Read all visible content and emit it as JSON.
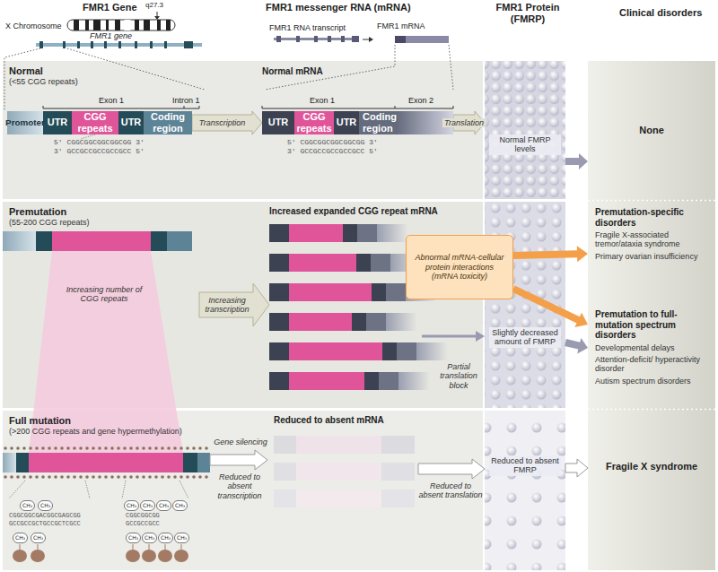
{
  "diagram": {
    "nodes": [
      {
        "text": [
          "Normal",
          "(<55 CGG repeats)"
        ]
      },
      {
        "text": [
          "Promoter"
        ],
        "in": 0
      },
      {
        "text": [
          "UTR"
        ],
        "in": 0
      },
      {
        "text": [
          "CGG repeats"
        ],
        "in": 0
      },
      {
        "text": [
          "UTR"
        ],
        "in": 0
      },
      {
        "text": [
          "Coding region"
        ],
        "in": 0
      },
      {
        "text": [
          "UTR"
        ],
        "in": 0
      },
      {
        "text": [
          "CGG repeats"
        ],
        "in": 0
      },
      {
        "text": [
          "UTR"
        ],
        "in": 0
      },
      {
        "text": [
          "Coding region"
        ],
        "in": 0
      },
      {
        "text": [
          "Normal FMRP levels"
        ]
      },
      {
        "text": [
          "None"
        ]
      },
      {
        "text": [
          "Premutation",
          "(55-200 CGG repeats)"
        ]
      },
      {
        "text": [
          "Abnormal mRNA-cellular protein interactions (mRNA toxicity)"
        ]
      },
      {
        "text": [
          "Slightly decreased amount of FMRP"
        ]
      },
      {
        "text": [
          "Premutation-specific disorders",
          "Fragile X-associated tremor/ataxia syndrome",
          "Primary ovarian insufficiency"
        ]
      },
      {
        "text": [
          "Premutation to full-mutation spectrum disorders",
          "Developmental delays",
          "Attention-deficit/ hyperactivity disorder",
          "Autism spectrum disorders"
        ]
      },
      {
        "text": [
          "Full mutation",
          "(>200 CGG repeats and gene hypermethylation)"
        ]
      },
      {
        "text": [
          "Reduced to absent FMRP"
        ]
      },
      {
        "text": [
          "Fragile X syndrome"
        ]
      }
    ],
    "edges": [
      {
        "from": 5,
        "to": 6,
        "label": "Transcription",
        "arrow": "to"
      },
      {
        "from": 9,
        "to": 10,
        "label": "Translation",
        "arrow": "to"
      },
      {
        "from": 10,
        "to": 11,
        "arrow": "to"
      },
      {
        "from": 13,
        "to": 15,
        "arrow": "to"
      },
      {
        "from": 13,
        "to": 16,
        "arrow": "to"
      },
      {
        "from": 14,
        "to": 16,
        "arrow": "to"
      },
      {
        "from": 18,
        "to": 19,
        "arrow": "to"
      }
    ],
    "labels": [
      "FMR1 Gene",
      "FMR1 messenger RNA (mRNA)",
      "FMR1 Protein (FMRP)",
      "Clinical disorders",
      "X Chromosome",
      "q27.3",
      "FMR1 gene",
      "FMR1 RNA transcript",
      "FMR1 mRNA",
      "Exon 1",
      "Intron 1",
      "5' CGGCGGCGGCGGCGG 3'",
      "3' GCCGCCGCCGCCGCC 5'",
      "Normal mRNA",
      "Exon 1",
      "Exon 2",
      "5' CGGCGGCGGCGGCGG 3'",
      "3' GCCGCCGCCGCCGCC 5'",
      "Increasing number of CGG repeats",
      "Increasing transcription",
      "Increased expanded CGG repeat mRNA",
      "Partial translation block",
      "Gene silencing",
      "Reduced to absent transcription",
      "Reduced to absent mRNA",
      "Reduced to absent translation",
      "CGGCGGCGACGGCGAGCGG",
      "GCCGCCGCTGCCGCTCGCC",
      "CGGCGGCGG",
      "GCCGCCGCC",
      "CH₃",
      "CH₃",
      "CH₃",
      "CH₃",
      "CH₃",
      "CH₃",
      "CH₃",
      "CH₃",
      "CH₃",
      "CH₃",
      "CH₃",
      "CH₃"
    ]
  }
}
